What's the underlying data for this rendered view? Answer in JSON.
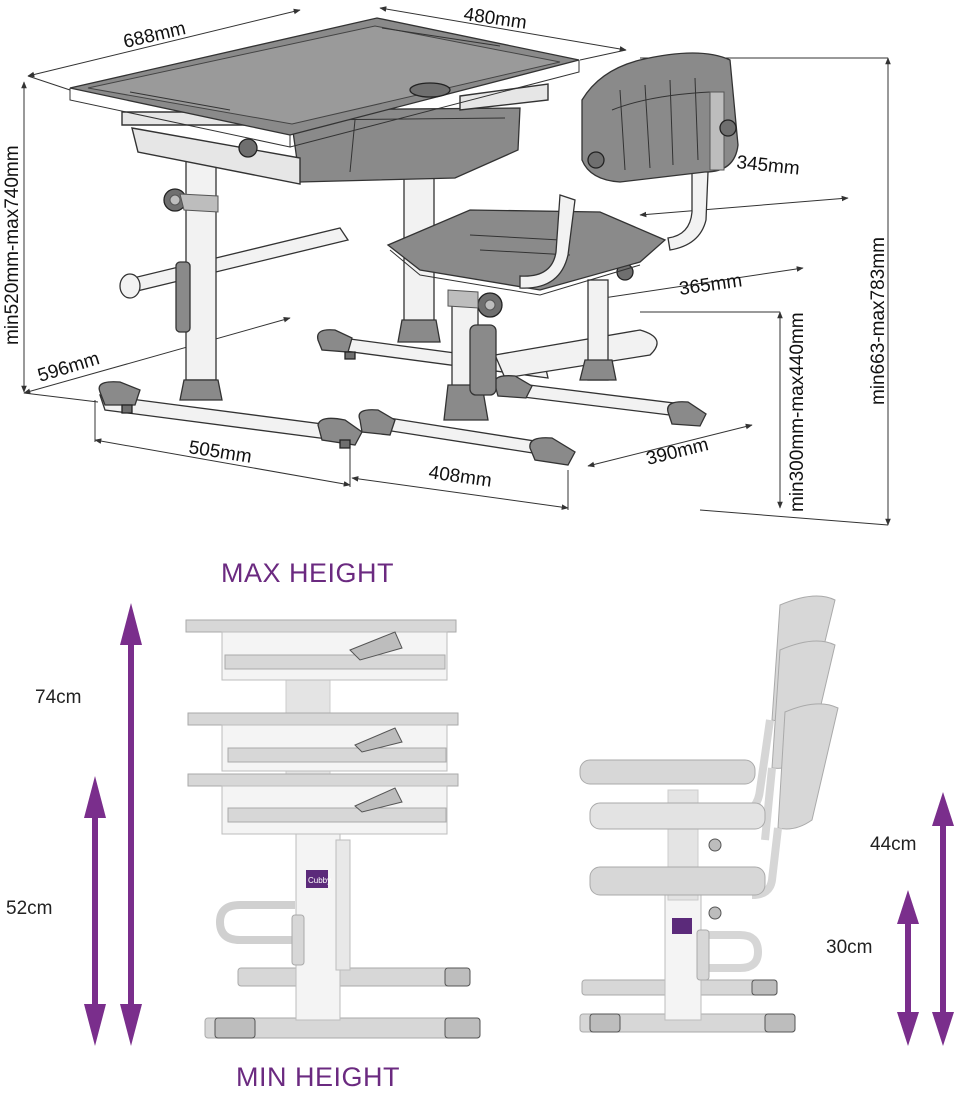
{
  "dimensions": {
    "desk_width": "688mm",
    "desk_depth": "480mm",
    "desk_height": "min520mm-max740mm",
    "leg_span": "596mm",
    "base_depth": "505mm",
    "seat_depth": "345mm",
    "seat_width": "365mm",
    "total_height": "min663-max783mm",
    "seat_height": "min300mm-max440mm",
    "chair_base_depth": "408mm",
    "chair_base_width": "390mm"
  },
  "heights": {
    "max_label": "MAX HEIGHT",
    "min_label": "MIN HEIGHT",
    "desk_max": "74cm",
    "desk_min": "52cm",
    "chair_max": "44cm",
    "chair_min": "30cm"
  },
  "brand_badge": "Cubby",
  "colors": {
    "arrow": "#7a2e8c",
    "banner_text": "#6b2a80",
    "furniture_gray": "#8a8a8a",
    "frame_white": "#f2f2f2"
  }
}
